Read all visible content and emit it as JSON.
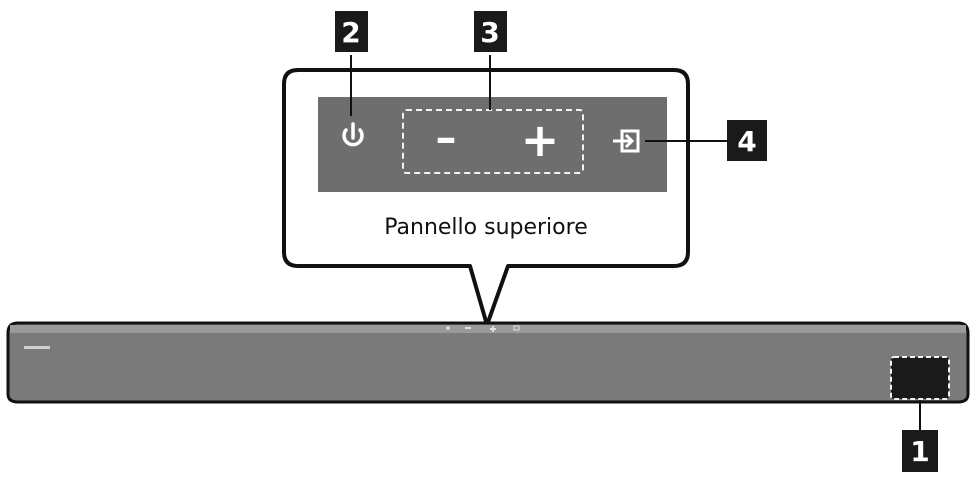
{
  "panel_caption": "Pannello superiore",
  "callouts": {
    "one": "1",
    "two": "2",
    "three": "3",
    "four": "4"
  },
  "buttons": {
    "volume_down": "–",
    "volume_up": "+"
  },
  "icons": {
    "power": "power-icon",
    "source": "source-input-icon"
  },
  "colors": {
    "panel_fill": "#6e6e6e",
    "soundbar_fill": "#7a7a7a",
    "badge_fill": "#1a1a1a",
    "outline": "#111111"
  }
}
